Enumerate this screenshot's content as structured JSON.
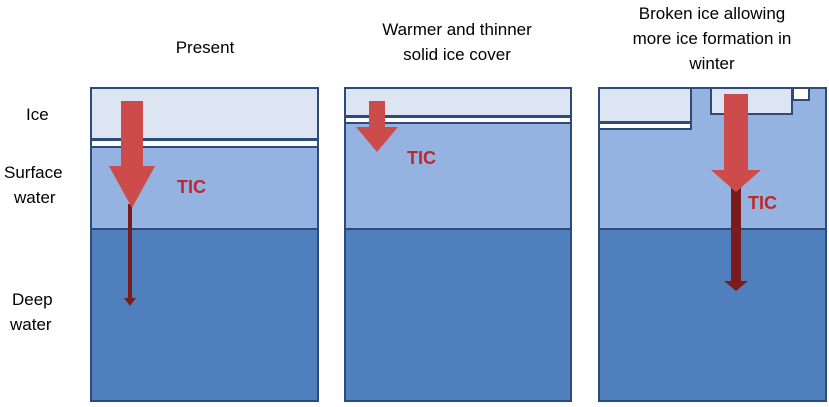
{
  "panels": [
    {
      "title_lines": [
        "Present"
      ],
      "flux_label": "TIC"
    },
    {
      "title_lines": [
        "Warmer and thinner",
        "solid ice cover"
      ],
      "flux_label": "TIC"
    },
    {
      "title_lines": [
        "Broken ice allowing",
        "more ice formation in",
        "winter"
      ],
      "flux_label": "TIC"
    }
  ],
  "layer_labels": {
    "ice": "Ice",
    "surface_water_lines": [
      "Surface",
      "water"
    ],
    "deep_water_lines": [
      "Deep",
      "water"
    ]
  },
  "colors": {
    "ice": "#dce5f1",
    "surface_water": "#94b3e0",
    "deep_water": "#4f80bd",
    "outline": "#2c4a7a",
    "big_arrow": "#cd4b4b",
    "thin_arrow": "#7a1c1c",
    "tic_text": "#c0272d"
  }
}
